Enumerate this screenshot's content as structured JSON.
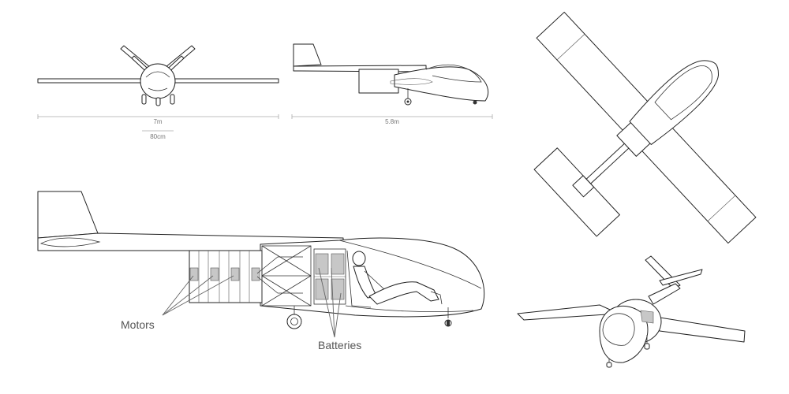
{
  "dimensions": {
    "wingspan": "7m",
    "fuselage_width": "80cm",
    "length": "5.8m"
  },
  "labels": {
    "motors": "Motors",
    "batteries": "Batteries"
  }
}
